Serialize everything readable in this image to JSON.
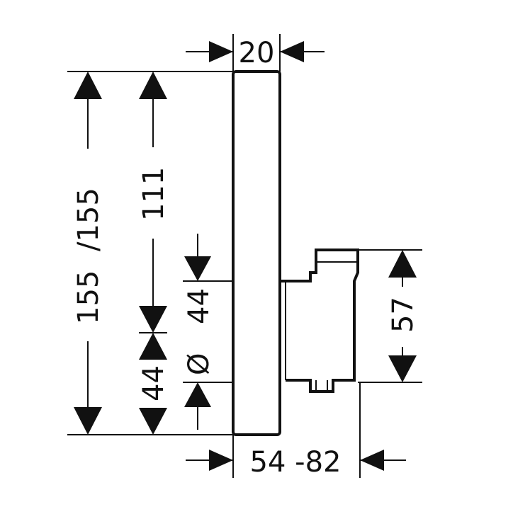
{
  "dimensions": {
    "top_width": "20",
    "overall_height": "155",
    "overall_height_alt": "/155",
    "center_height": "111",
    "offset_bottom": "44",
    "diameter_symbol": "Ø",
    "diameter_value": "44",
    "body_height": "57",
    "projection_range": "54 -82"
  },
  "colors": {
    "line": "#111111",
    "background": "#ffffff"
  }
}
